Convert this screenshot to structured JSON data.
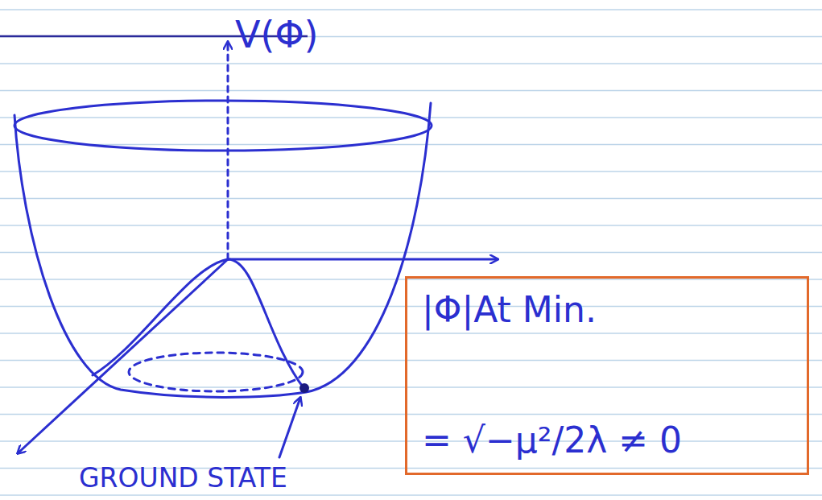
{
  "diagram": {
    "nodes": [
      {
        "text": [
          "|Φ|At Min.",
          "= √−μ²/2λ ≠ 0"
        ]
      }
    ],
    "labels": [
      "V(Φ)",
      "GROUND STATE"
    ]
  }
}
